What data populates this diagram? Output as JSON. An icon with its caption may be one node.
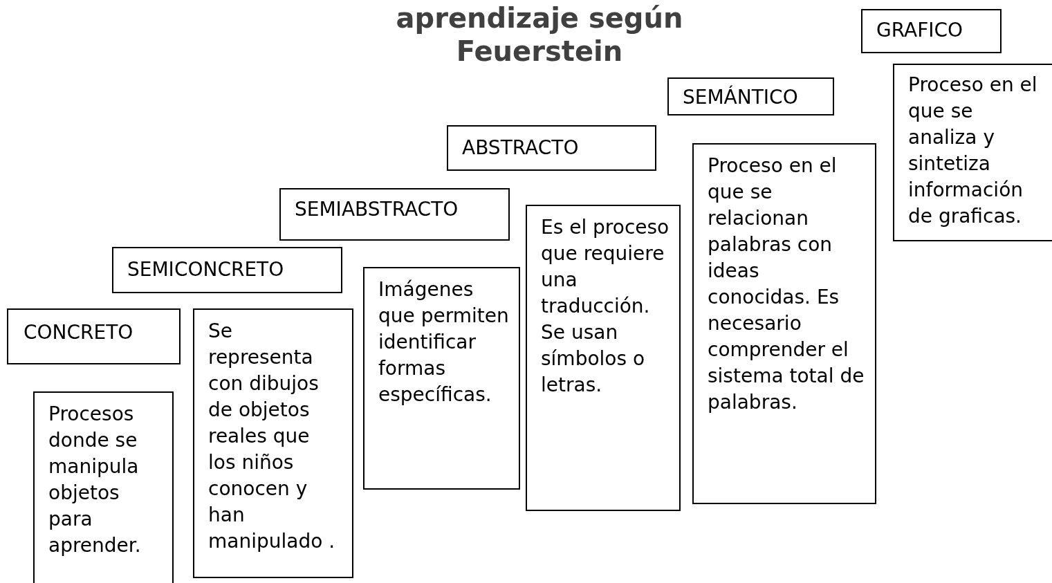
{
  "diagram": {
    "title": "aprendizaje según Feuerstein",
    "nodes": [
      {
        "text": [
          "CONCRETO"
        ]
      },
      {
        "text": [
          "Procesos donde se manipula objetos para aprender."
        ]
      },
      {
        "text": [
          "SEMICONCRETO"
        ]
      },
      {
        "text": [
          "Se representa con dibujos de objetos reales que los niños conocen y han manipulado ."
        ]
      },
      {
        "text": [
          "SEMIABSTRACTO"
        ]
      },
      {
        "text": [
          "Imágenes que permiten identificar formas específicas."
        ]
      },
      {
        "text": [
          "ABSTRACTO"
        ]
      },
      {
        "text": [
          "Es el proceso que requiere una traducción. Se usan símbolos o letras."
        ]
      },
      {
        "text": [
          "SEMÁNTICO"
        ]
      },
      {
        "text": [
          "Proceso en el que se relacionan palabras con ideas conocidas. Es necesario comprender el sistema total de palabras."
        ]
      },
      {
        "text": [
          "GRAFICO"
        ]
      },
      {
        "text": [
          "Proceso en el que se analiza y sintetiza información de graficas."
        ]
      }
    ],
    "edges": []
  }
}
